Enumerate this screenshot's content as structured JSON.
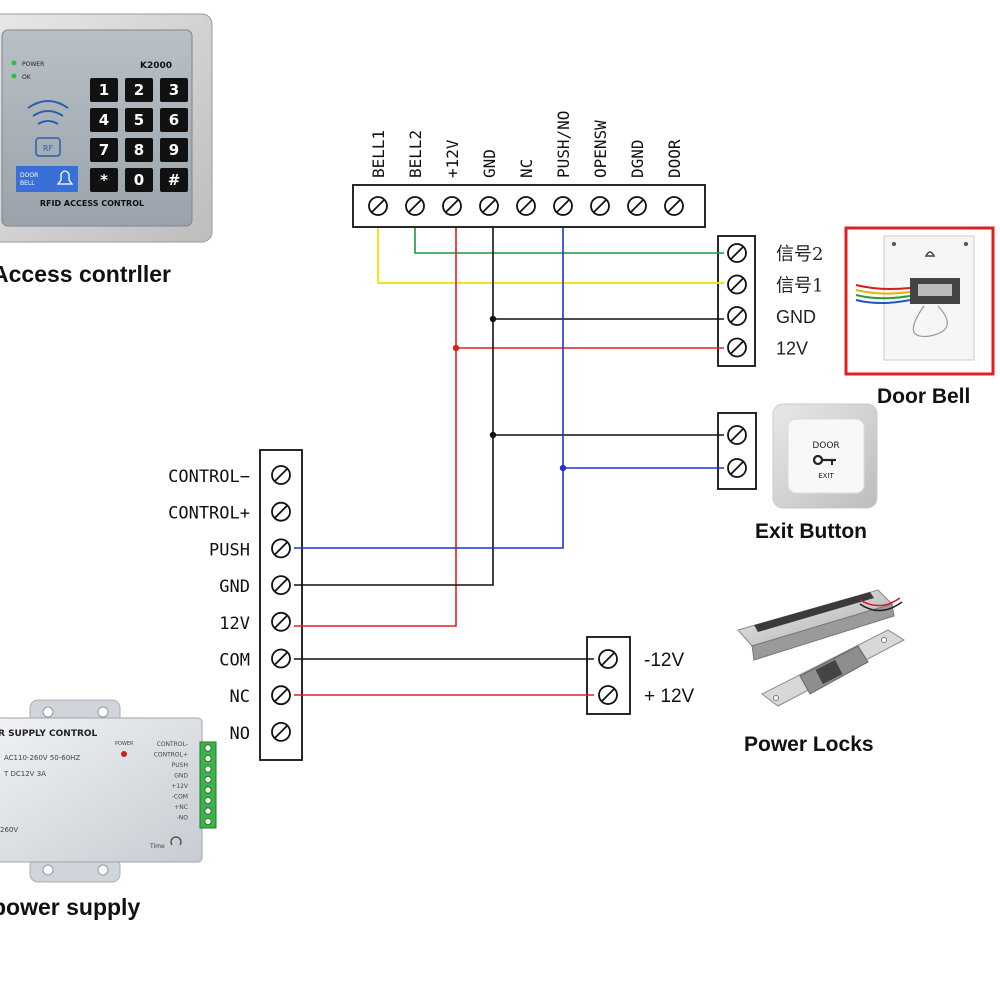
{
  "controller": {
    "caption": "Access contrller",
    "brand": "K2000",
    "power_led_label": "POWER",
    "ok_led_label": "OK",
    "keys": [
      "1",
      "2",
      "3",
      "4",
      "5",
      "6",
      "7",
      "8",
      "9",
      "*",
      "0",
      "#"
    ],
    "rf_label": "RF",
    "doorbell_label_1": "DOOR",
    "doorbell_label_2": "BELL",
    "footer": "RFID ACCESS CONTROL",
    "terminals": [
      "BELL1",
      "BELL2",
      "+12V",
      "GND",
      "NC",
      "PUSH/NO",
      "OPENSW",
      "DGND",
      "DOOR"
    ]
  },
  "doorbell": {
    "caption": "Door Bell",
    "terminals": [
      "信号2",
      "信号1",
      "GND",
      "12V"
    ]
  },
  "exit_button": {
    "caption": "Exit Button",
    "text_top": "DOOR",
    "text_bottom": "EXIT"
  },
  "power_supply": {
    "caption": "power supply",
    "header": "R SUPPLY CONTROL",
    "spec_1": "AC110-260V 50-60HZ",
    "spec_2": "T DC12V 3A",
    "spec_3": "260V",
    "power_led_label": "POWER",
    "side_labels": [
      "CONTROL-",
      "CONTROL+",
      "PUSH",
      "GND",
      "+12V",
      "-COM",
      "+NC",
      "-NO"
    ],
    "time_label": "Time",
    "terminals": [
      "CONTROL−",
      "CONTROL+",
      "PUSH",
      "GND",
      "12V",
      "COM",
      "NC",
      "NO"
    ]
  },
  "power_locks": {
    "caption": "Power Locks",
    "terminals": [
      "-12V",
      "+ 12V"
    ]
  },
  "colors": {
    "green": "#1a9a3a",
    "yellow": "#f2e21a",
    "red": "#e02020",
    "black": "#111111",
    "blue": "#2233cc",
    "highlight_box": "#e02020"
  }
}
